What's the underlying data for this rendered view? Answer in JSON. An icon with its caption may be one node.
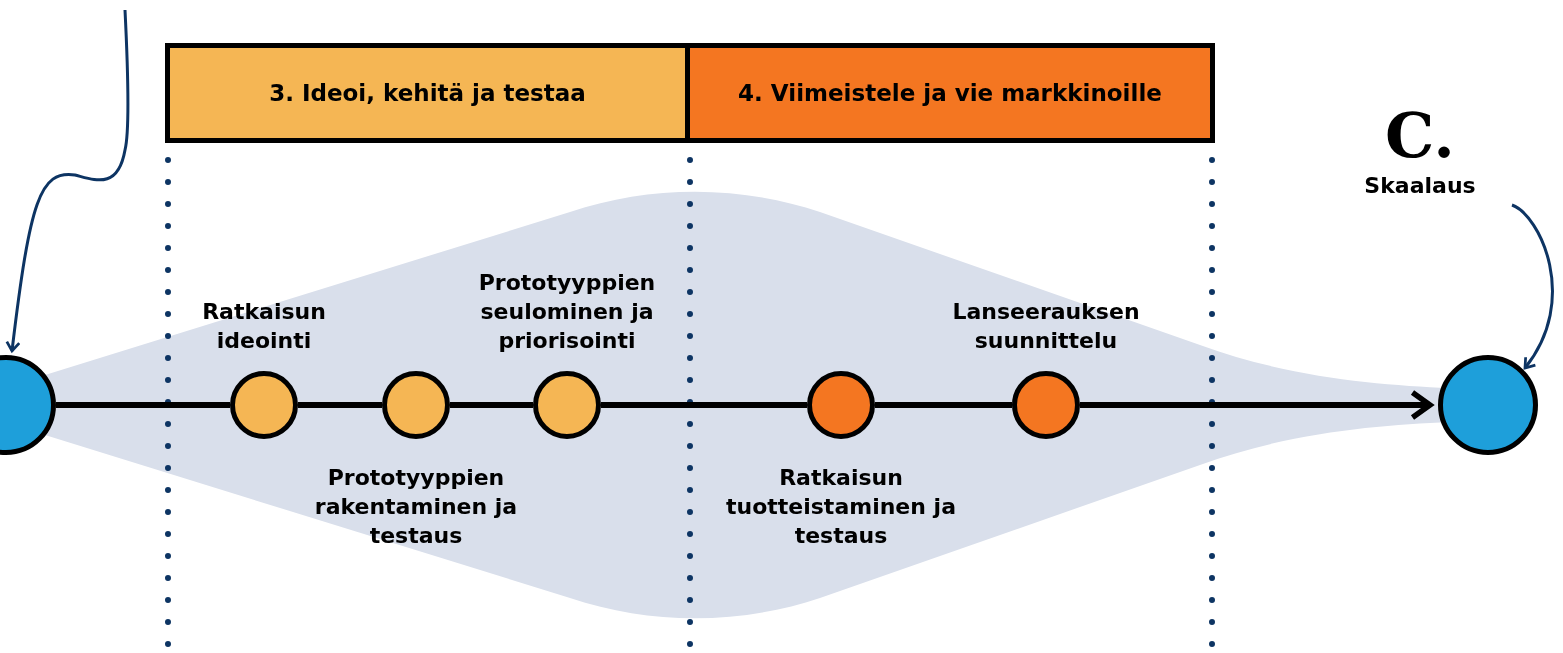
{
  "diagram": {
    "nodes": [
      {
        "text": [
          "3. Ideoi, kehitä ja testaa"
        ]
      },
      {
        "text": [
          "4. Viimeistele ja vie markkinoille"
        ]
      },
      {
        "text": [],
        "shape": "circle"
      },
      {
        "text": [],
        "shape": "circle",
        "beside": [
          "Ratkaisun ideointi"
        ]
      },
      {
        "text": [],
        "shape": "circle",
        "beside": [
          "Prototyyppien rakentaminen ja testaus"
        ]
      },
      {
        "text": [],
        "shape": "circle",
        "beside": [
          "Prototyyppien seulominen ja priorisointi"
        ]
      },
      {
        "text": [],
        "shape": "circle",
        "beside": [
          "Ratkaisun tuotteistaminen ja testaus"
        ]
      },
      {
        "text": [],
        "shape": "circle",
        "beside": [
          "Lanseerauksen suunnittelu"
        ]
      },
      {
        "text": [],
        "shape": "circle"
      },
      {
        "text": [
          "C.",
          "Skaalaus"
        ]
      }
    ],
    "edges": [
      {
        "from": null,
        "to": 2,
        "arrow": "to",
        "color": "#0d3463"
      },
      {
        "from": 2,
        "to": 3,
        "arrow": "none"
      },
      {
        "from": 3,
        "to": 4,
        "arrow": "none"
      },
      {
        "from": 4,
        "to": 5,
        "arrow": "none"
      },
      {
        "from": 5,
        "to": 6,
        "arrow": "none"
      },
      {
        "from": 6,
        "to": 7,
        "arrow": "none"
      },
      {
        "from": 7,
        "to": 8,
        "arrow": "to"
      },
      {
        "from": 9,
        "to": 8,
        "arrow": "to",
        "color": "#0d3463"
      }
    ]
  }
}
